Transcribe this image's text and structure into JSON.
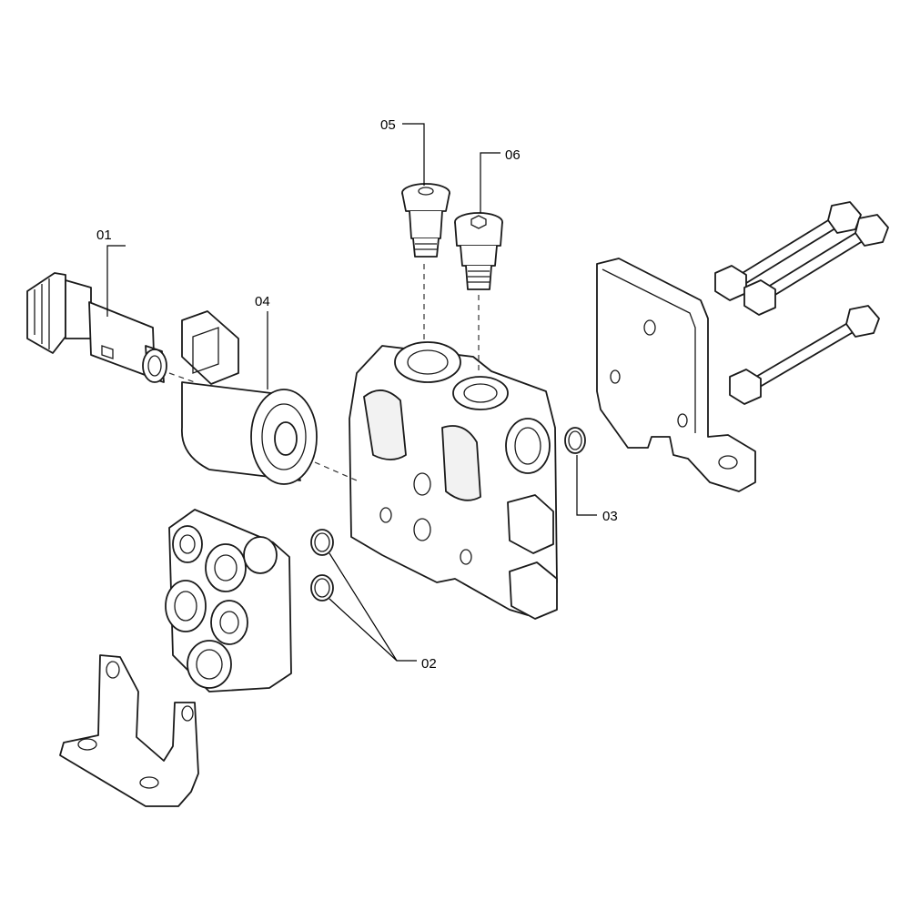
{
  "diagram": {
    "callouts": [
      {
        "id": "01",
        "label": "01"
      },
      {
        "id": "02",
        "label": "02"
      },
      {
        "id": "03",
        "label": "03"
      },
      {
        "id": "04",
        "label": "04"
      },
      {
        "id": "05",
        "label": "05"
      },
      {
        "id": "06",
        "label": "06"
      }
    ],
    "colors": {
      "stroke": "#1a1a1a",
      "background": "#ffffff",
      "label": "#000000"
    }
  }
}
